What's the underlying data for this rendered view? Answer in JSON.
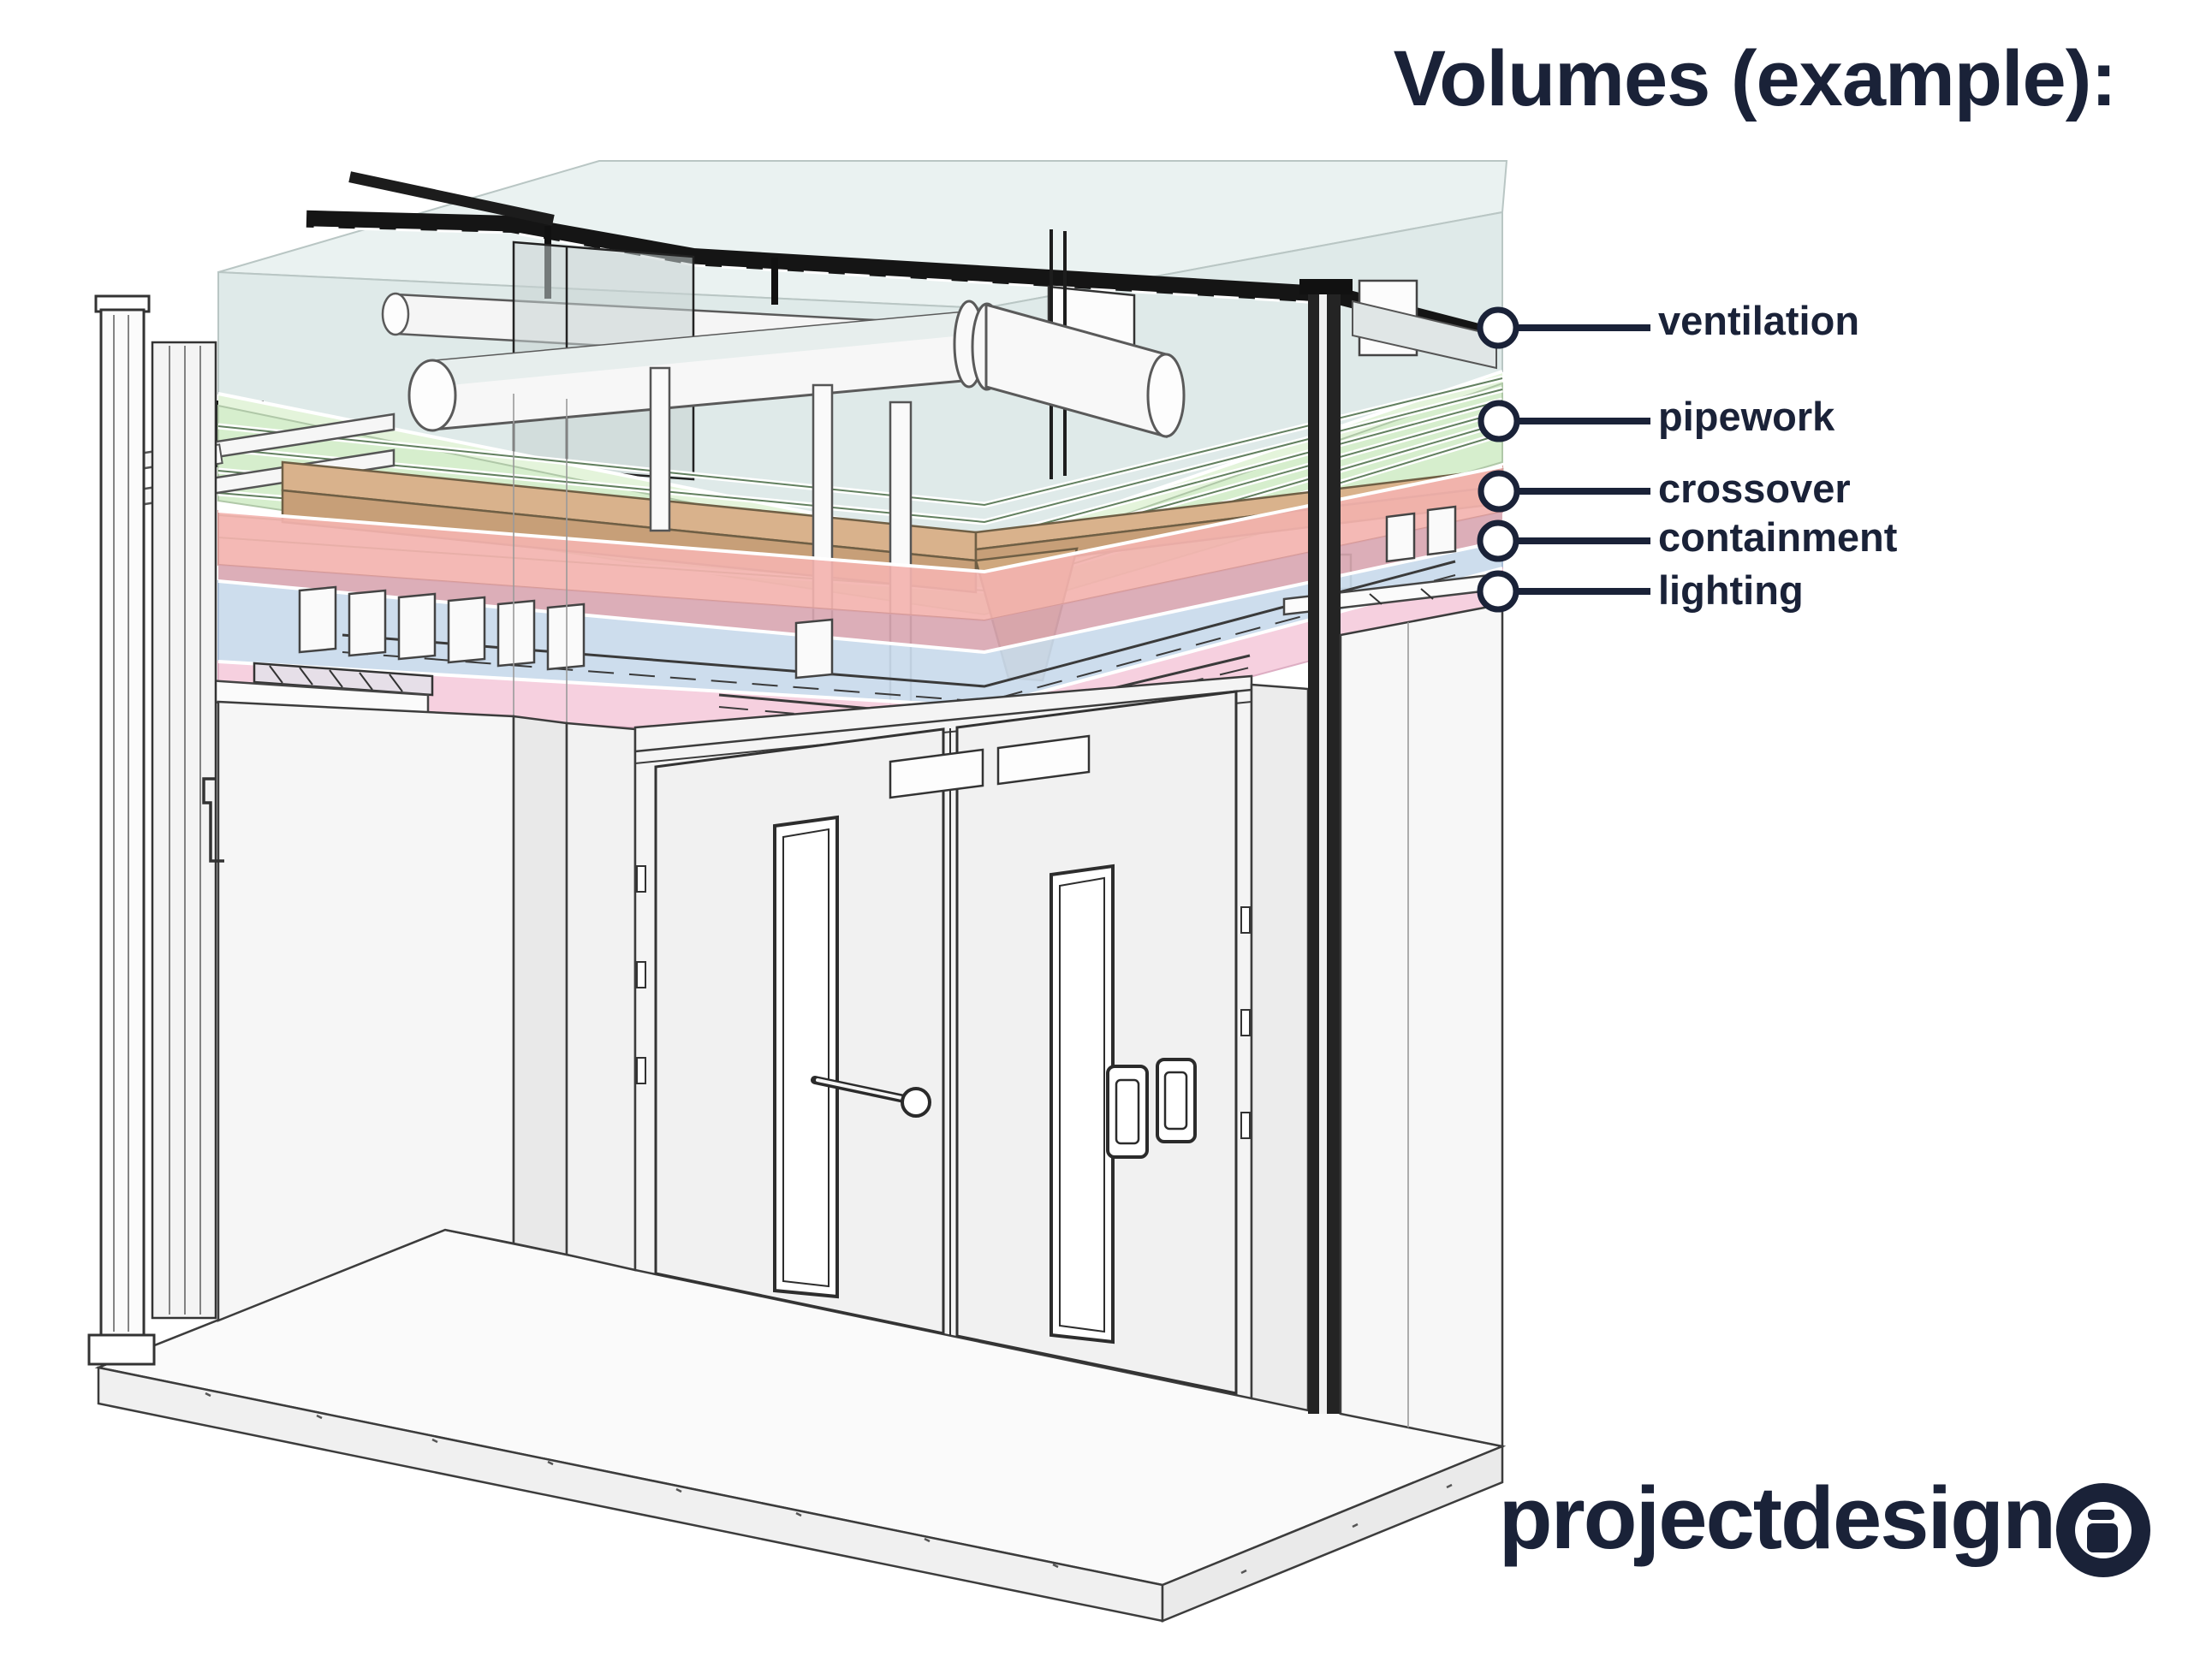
{
  "title": "Volumes (example):",
  "legend": {
    "items": [
      {
        "label": "ventilation",
        "color": "#dfeae9",
        "top_color": "#eaf2f1"
      },
      {
        "label": "pipework",
        "color": "#d6eecd",
        "top_color": "#e4f4db"
      },
      {
        "label": "crossover",
        "color": "#f3b3af",
        "top_color": "#f7c6c2"
      },
      {
        "label": "containment",
        "color": "#c9daec",
        "top_color": "#d8a5b0"
      },
      {
        "label": "lighting",
        "color": "#f5cedd",
        "top_color": "#f9dde8"
      }
    ]
  },
  "logo": {
    "text": "projectdesign",
    "icon": "container-icon"
  },
  "theme": {
    "accent": "#1a2238",
    "duct_tan": "#d9b28c",
    "duct_tan_dark": "#c79f78",
    "outline": "#3c3c3c"
  }
}
